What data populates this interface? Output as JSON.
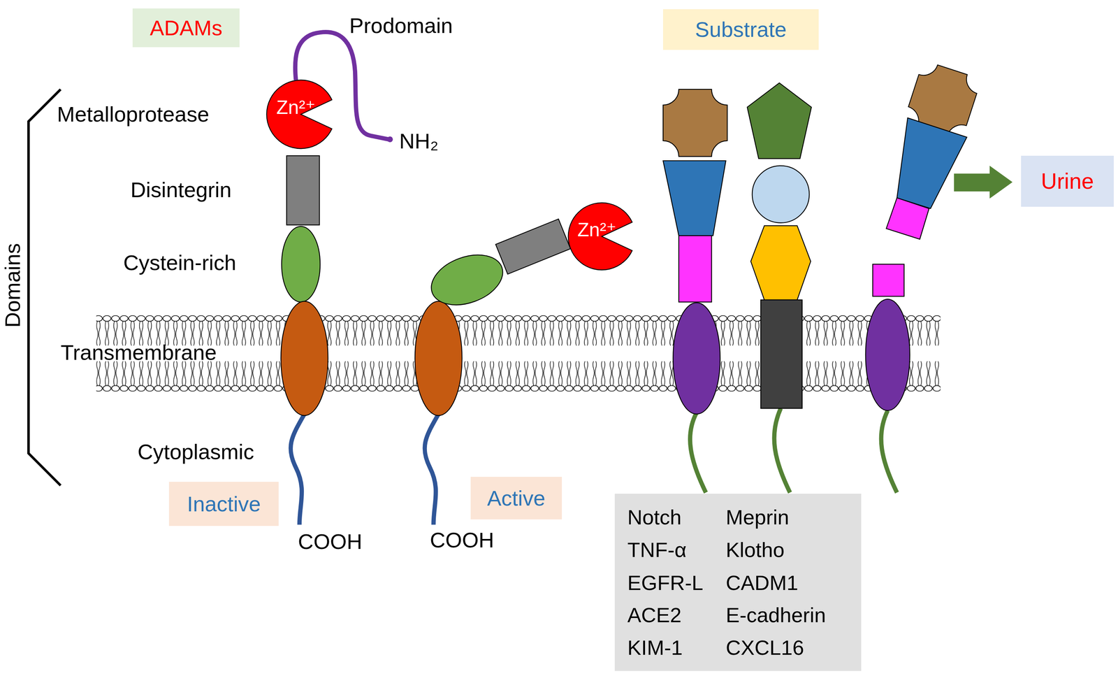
{
  "diagram": {
    "nodes": [
      {
        "text": [
          "ADAMs"
        ]
      },
      {
        "text": [
          "Substrate"
        ]
      },
      {
        "text": [
          "Zn²⁺"
        ]
      },
      {
        "text": [
          "Zn²⁺"
        ]
      },
      {
        "text": [
          "Urine"
        ]
      },
      {
        "text": [
          "Inactive"
        ]
      },
      {
        "text": [
          "Active"
        ]
      },
      {
        "text": [
          "Notch",
          "TNF-α",
          "EGFR-L",
          "ACE2",
          "KIM-1",
          "Meprin",
          "Klotho",
          "CADM1",
          "E-cadherin",
          "CXCL16"
        ]
      }
    ],
    "edges": [],
    "labels": [
      "Prodomain",
      "NH₂",
      "Metalloprotease",
      "Disintegrin",
      "Cystein-rich",
      "Transmembrane",
      "Cytoplasmic",
      "Domains",
      "COOH",
      "COOH"
    ]
  }
}
